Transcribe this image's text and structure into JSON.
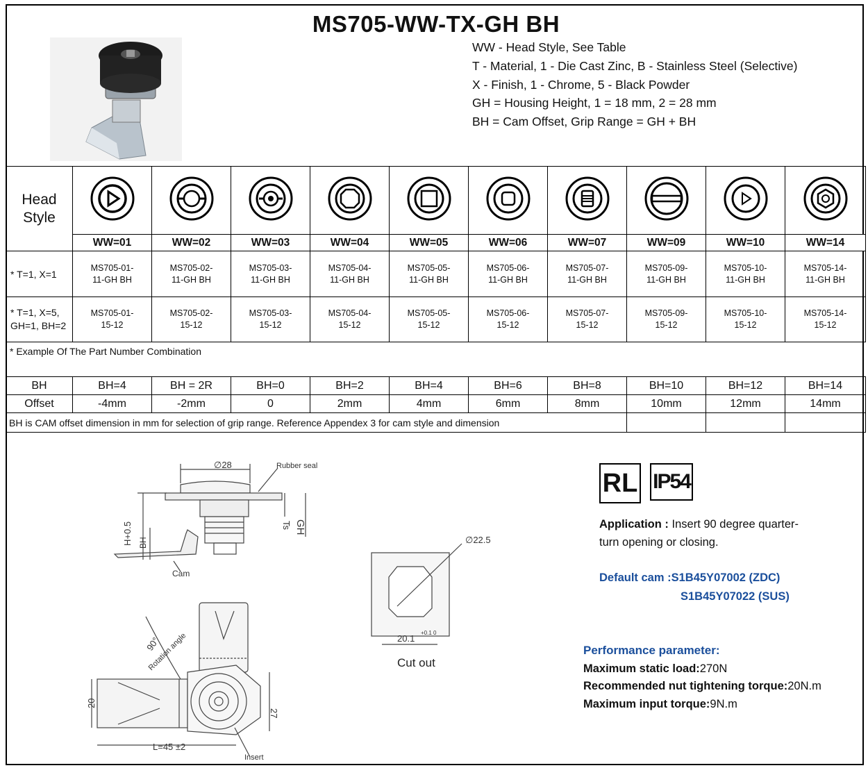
{
  "title": "MS705-WW-TX-GH BH",
  "spec_lines": [
    "WW - Head Style,  See Table",
    "T - Material,  1 - Die Cast Zinc,  B - Stainless Steel (Selective)",
    "X - Finish,  1 - Chrome,   5 - Black Powder",
    "GH = Housing Height,  1 = 18 mm, 2 = 28 mm",
    "BH = Cam Offset, Grip Range = GH + BH"
  ],
  "head_table": {
    "label_line1": "Head",
    "label_line2": "Style",
    "codes": [
      "WW=01",
      "WW=02",
      "WW=03",
      "WW=04",
      "WW=05",
      "WW=06",
      "WW=07",
      "WW=09",
      "WW=10",
      "WW=14"
    ],
    "icons": [
      "triangle-drive-icon",
      "split-ring-icon",
      "pin-ring-icon",
      "octagon-drive-icon",
      "square-drive-icon",
      "rounded-square-drive-icon",
      "slotted-bars-icon",
      "slot-drive-icon",
      "triangle-outline-icon",
      "hex-drive-icon"
    ],
    "row1_label": "* T=1, X=1",
    "row1": [
      [
        "MS705-01-",
        "11-GH BH"
      ],
      [
        "MS705-02-",
        "11-GH BH"
      ],
      [
        "MS705-03-",
        "11-GH BH"
      ],
      [
        "MS705-04-",
        "11-GH BH"
      ],
      [
        "MS705-05-",
        "11-GH BH"
      ],
      [
        "MS705-06-",
        "11-GH BH"
      ],
      [
        "MS705-07-",
        "11-GH BH"
      ],
      [
        "MS705-09-",
        "11-GH BH"
      ],
      [
        "MS705-10-",
        "11-GH BH"
      ],
      [
        "MS705-14-",
        "11-GH BH"
      ]
    ],
    "row2_label_line1": "* T=1, X=5,",
    "row2_label_line2": "GH=1, BH=2",
    "row2": [
      [
        "MS705-01-",
        "15-12"
      ],
      [
        "MS705-02-",
        "15-12"
      ],
      [
        "MS705-03-",
        "15-12"
      ],
      [
        "MS705-04-",
        "15-12"
      ],
      [
        "MS705-05-",
        "15-12"
      ],
      [
        "MS705-06-",
        "15-12"
      ],
      [
        "MS705-07-",
        "15-12"
      ],
      [
        "MS705-09-",
        "15-12"
      ],
      [
        "MS705-10-",
        "15-12"
      ],
      [
        "MS705-14-",
        "15-12"
      ]
    ],
    "footnote": "*  Example Of The Part Number Combination"
  },
  "bh_table": {
    "label_bh": "BH",
    "label_offset": "Offset",
    "bh": [
      "BH=4",
      "BH = 2R",
      "BH=0",
      "BH=2",
      "BH=4",
      "BH=6",
      "BH=8",
      "BH=10",
      "BH=12",
      "BH=14"
    ],
    "offset": [
      "-4mm",
      "-2mm",
      "0",
      "2mm",
      "4mm",
      "6mm",
      "8mm",
      "10mm",
      "12mm",
      "14mm"
    ],
    "note": "BH is CAM offset dimension in mm for selection of grip range.  Reference Appendex 3 for cam style and dimension"
  },
  "drawing": {
    "dia28": "∅28",
    "rubber_seal": "Rubber seal",
    "h05": "H+0.5",
    "ts": "Ts",
    "gh": "GH",
    "bh": "BH",
    "cam": "Cam",
    "angle": "90°",
    "rotation": "Rotation angle",
    "d20": "20",
    "d27": "27",
    "l45": "L=45 ±2",
    "insert": "Insert",
    "dia225": "∅22.5",
    "cut_dim": "20.1",
    "tol": "+0.1 0",
    "cut_out": "Cut out"
  },
  "badges": {
    "rl": "RL",
    "ip": "IP54"
  },
  "application": {
    "label": "Application :",
    "text1": " Insert 90 degree quarter-",
    "text2": "turn opening or closing."
  },
  "default_cam": {
    "label": "Default cam :",
    "zdc": "S1B45Y07002 (ZDC)",
    "sus": "S1B45Y07022 (SUS)"
  },
  "performance": {
    "title": "Performance parameter:",
    "static_label": "Maximum static load:",
    "static_val": "270N",
    "nut_label": "Recommended nut tightening torque:",
    "nut_val": "20N.m",
    "input_label": "Maximum input torque:",
    "input_val": "9N.m"
  },
  "colors": {
    "accent_blue": "#1b4f9c",
    "border": "#000000"
  }
}
